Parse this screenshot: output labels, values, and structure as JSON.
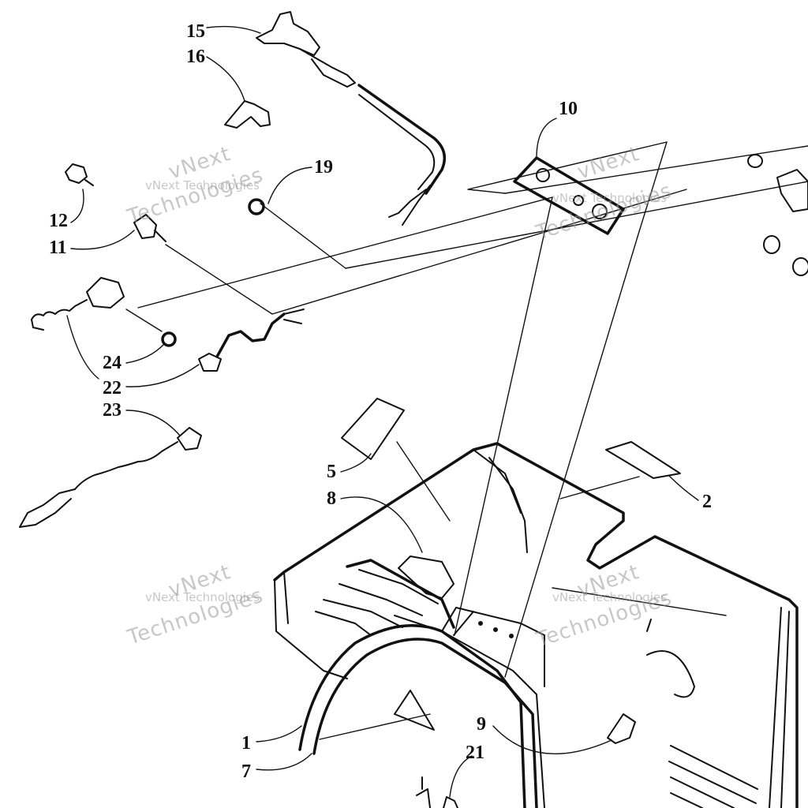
{
  "diagram": {
    "callouts": [
      "15",
      "16",
      "10",
      "19",
      "12",
      "11",
      "24",
      "22",
      "23",
      "5",
      "8",
      "2",
      "9",
      "21",
      "1",
      "7"
    ],
    "watermark": {
      "brand": "vNext",
      "line": "vNext Technologies",
      "word": "Technologies"
    }
  }
}
